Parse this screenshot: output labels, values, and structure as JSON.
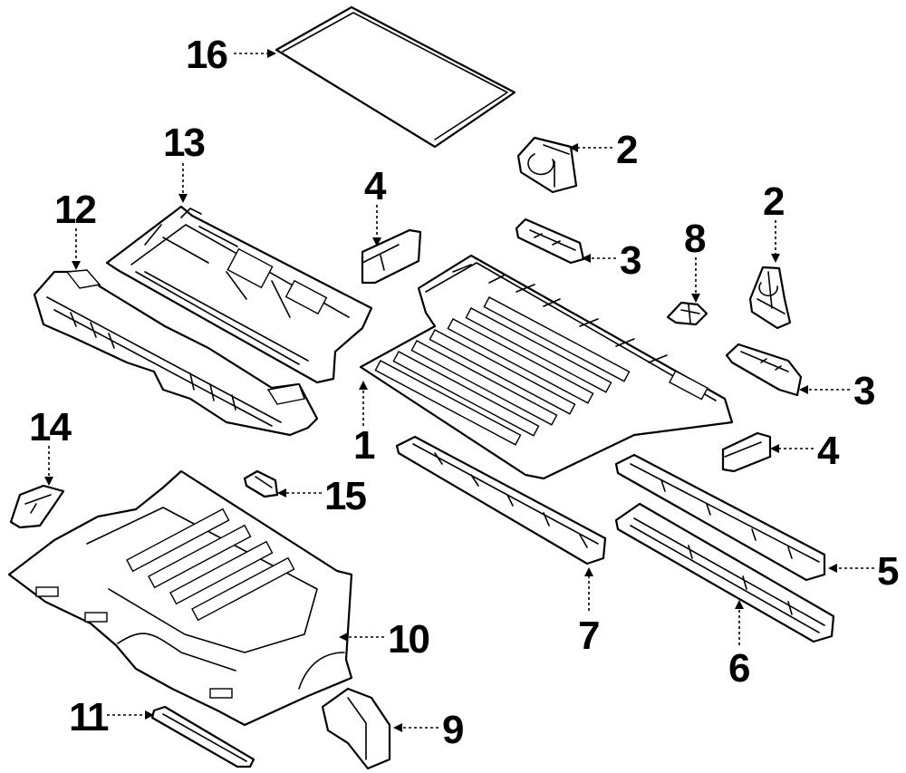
{
  "diagram": {
    "callouts": [
      {
        "id": "16",
        "label": "16"
      },
      {
        "id": "13",
        "label": "13"
      },
      {
        "id": "12",
        "label": "12"
      },
      {
        "id": "4a",
        "label": "4"
      },
      {
        "id": "2a",
        "label": "2"
      },
      {
        "id": "3a",
        "label": "3"
      },
      {
        "id": "8",
        "label": "8"
      },
      {
        "id": "2b",
        "label": "2"
      },
      {
        "id": "3b",
        "label": "3"
      },
      {
        "id": "1",
        "label": "1"
      },
      {
        "id": "4b",
        "label": "4"
      },
      {
        "id": "14",
        "label": "14"
      },
      {
        "id": "15",
        "label": "15"
      },
      {
        "id": "5",
        "label": "5"
      },
      {
        "id": "7",
        "label": "7"
      },
      {
        "id": "6",
        "label": "6"
      },
      {
        "id": "10",
        "label": "10"
      },
      {
        "id": "11",
        "label": "11"
      },
      {
        "id": "9",
        "label": "9"
      }
    ]
  }
}
